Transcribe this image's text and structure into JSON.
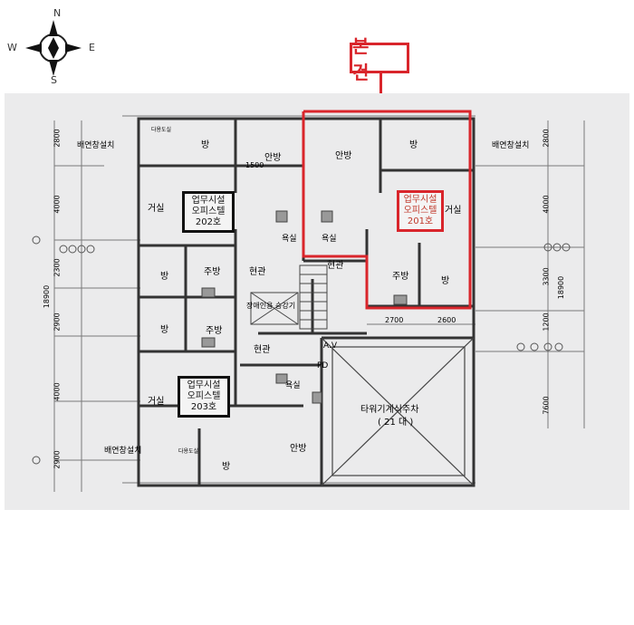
{
  "compass": {
    "n": "N",
    "s": "S",
    "e": "E",
    "w": "W"
  },
  "title": "본 건",
  "units": {
    "u202": {
      "line1": "업무시설",
      "line2": "오피스텔",
      "line3": "202호"
    },
    "u201": {
      "line1": "업무시설",
      "line2": "오피스텔",
      "line3": "201호"
    },
    "u203": {
      "line1": "업무시설",
      "line2": "오피스텔",
      "line3": "203호"
    }
  },
  "rooms": {
    "bang": "방",
    "anbang": "안방",
    "geosil": "거실",
    "jubang": "주방",
    "hyeongwan": "현관",
    "yoksil": "욕실",
    "dahyeong": "다용도실",
    "baeyeon": "배연창설치",
    "elevator": "장애인용 승강기",
    "parking": "타워기계식주차",
    "parking_count": "( 21 대 )",
    "pd": "PD",
    "av": "A.V"
  },
  "dims": {
    "top_2800_l": "2800",
    "top_2800_r": "2800",
    "w_1500": "1500",
    "l_4000": "4000",
    "l_2800": "2800",
    "l_18900": "18900",
    "l_2900a": "2900",
    "l_4000b": "4000",
    "l_2900b": "2900",
    "r_4000": "4000",
    "r_3300": "3300",
    "r_18900": "18900",
    "r_1200": "1200",
    "r_7600": "7600",
    "b_2700": "2700",
    "b_2600": "2600",
    "l_2300": "2300"
  }
}
